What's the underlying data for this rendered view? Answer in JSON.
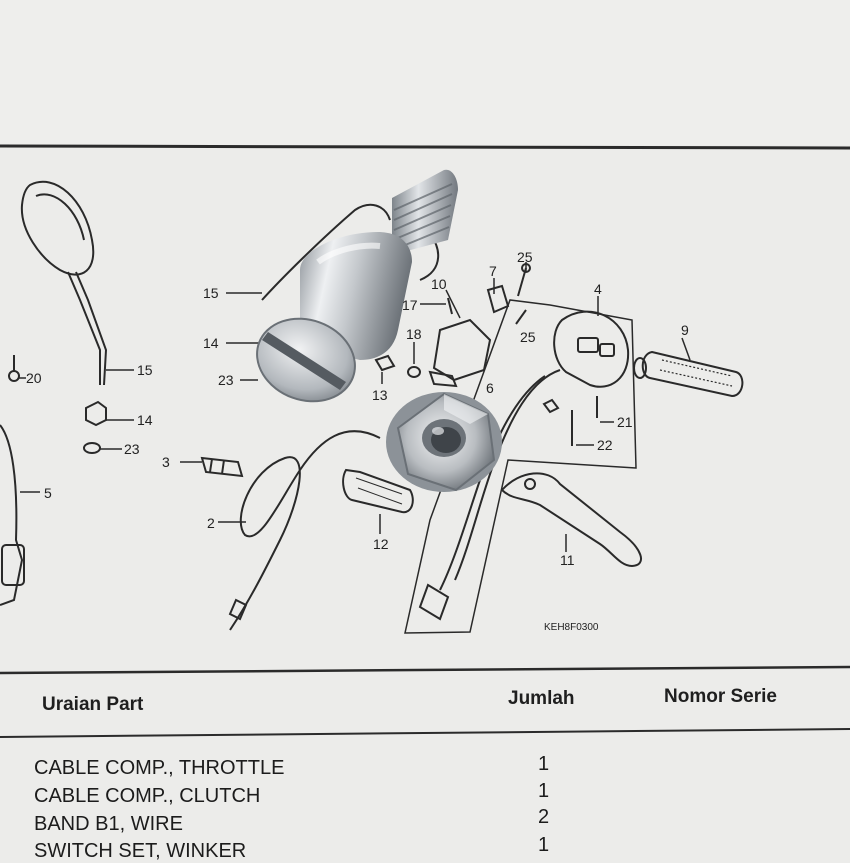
{
  "callouts": {
    "c15_top": "15",
    "c14_top": "14",
    "c23_top": "23",
    "c17": "17",
    "c10": "10",
    "c7": "7",
    "c25_top": "25",
    "c25_mid": "25",
    "c4": "4",
    "c9": "9",
    "c18": "18",
    "c13": "13",
    "c6": "6",
    "c21": "21",
    "c22": "22",
    "c20": "20",
    "c15_left": "15",
    "c14_left": "14",
    "c23_left": "23",
    "c3": "3",
    "c5": "5",
    "c2": "2",
    "c12": "12",
    "c11": "11"
  },
  "diagram_code": "KEH8F0300",
  "table": {
    "headers": {
      "part": "Uraian Part",
      "qty": "Jumlah",
      "serial": "Nomor Serie"
    },
    "rows": [
      {
        "desc": "CABLE COMP., THROTTLE",
        "qty": "1"
      },
      {
        "desc": "CABLE COMP., CLUTCH",
        "qty": "1"
      },
      {
        "desc": "BAND B1, WIRE",
        "qty": "2"
      },
      {
        "desc": "SWITCH SET, WINKER",
        "qty": "1"
      }
    ]
  },
  "colors": {
    "paper": "#ececea",
    "ink": "#222222",
    "metal_light": "#e6e8ea",
    "metal_dark": "#7c8288"
  }
}
